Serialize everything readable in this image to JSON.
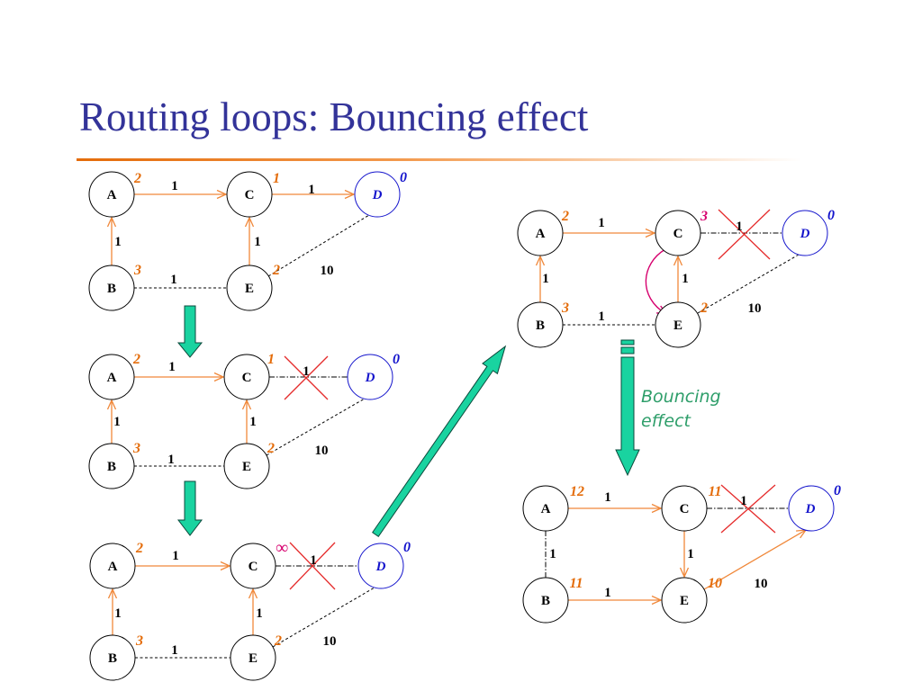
{
  "title": "Routing loops: Bouncing effect",
  "annotation": {
    "line1": "Bouncing",
    "line2": "effect"
  },
  "colors": {
    "title": "#333399",
    "edge": "#F0883A",
    "distance": "#E46C0A",
    "changed": "#D6006E",
    "cross": "#E52B2B",
    "destination": "#1414CC",
    "arrow_fill": "#19D3A0",
    "annotation": "#2E9E6A"
  },
  "graphs": [
    {
      "nodes": {
        "A": "A",
        "B": "B",
        "C": "C",
        "D": "D",
        "E": "E"
      },
      "distances": {
        "A": "2",
        "B": "3",
        "C": "1",
        "D": "0",
        "E": "2"
      },
      "weights": {
        "A_C": "1",
        "C_D": "1",
        "B_A": "1",
        "E_C": "1",
        "B_E": "1",
        "E_D": "10"
      },
      "link_down": {
        "C_D": false
      }
    },
    {
      "nodes": {
        "A": "A",
        "B": "B",
        "C": "C",
        "D": "D",
        "E": "E"
      },
      "distances": {
        "A": "2",
        "B": "3",
        "C": "1",
        "D": "0",
        "E": "2"
      },
      "weights": {
        "A_C": "1",
        "C_D": "1",
        "B_A": "1",
        "E_C": "1",
        "B_E": "1",
        "E_D": "10"
      },
      "link_down": {
        "C_D": true
      }
    },
    {
      "nodes": {
        "A": "A",
        "B": "B",
        "C": "C",
        "D": "D",
        "E": "E"
      },
      "distances": {
        "A": "2",
        "B": "3",
        "C": "∞",
        "D": "0",
        "E": "2"
      },
      "weights": {
        "A_C": "1",
        "C_D": "1",
        "B_A": "1",
        "E_C": "1",
        "B_E": "1",
        "E_D": "10"
      },
      "link_down": {
        "C_D": true
      }
    },
    {
      "nodes": {
        "A": "A",
        "B": "B",
        "C": "C",
        "D": "D",
        "E": "E"
      },
      "distances": {
        "A": "2",
        "B": "3",
        "C": "3",
        "D": "0",
        "E": "2"
      },
      "weights": {
        "A_C": "1",
        "C_D": "1",
        "B_A": "1",
        "E_C": "1",
        "B_E": "1",
        "E_D": "10"
      },
      "link_down": {
        "C_D": true
      }
    },
    {
      "nodes": {
        "A": "A",
        "B": "B",
        "C": "C",
        "D": "D",
        "E": "E"
      },
      "distances": {
        "A": "12",
        "B": "11",
        "C": "11",
        "D": "0",
        "E": "10"
      },
      "weights": {
        "A_C": "1",
        "C_D": "1",
        "A_B": "1",
        "C_E": "1",
        "B_E": "1",
        "E_D": "10"
      },
      "link_down": {
        "C_D": true
      }
    }
  ]
}
